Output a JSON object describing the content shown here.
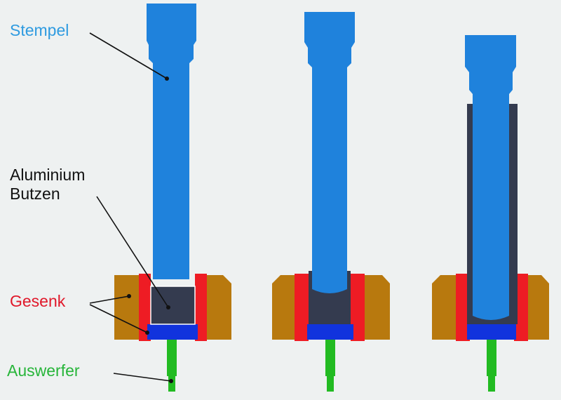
{
  "labels": {
    "stempel": "Stempel",
    "butzen_line1": "Aluminium",
    "butzen_line2": "Butzen",
    "gesenk": "Gesenk",
    "auswerfer": "Auswerfer"
  },
  "colors": {
    "background": "#eef1f1",
    "stempel": "#1f82dc",
    "stempel_label": "#2f9be0",
    "aluminium": "#343b4f",
    "aluminium_label": "#111111",
    "gesenk_outer": "#b8790e",
    "gesenk_insert": "#ee1c24",
    "gesenk_label": "#e0182a",
    "ejector_block": "#1133dd",
    "auswerfer": "#22bb22",
    "auswerfer_label": "#27b53a",
    "leader_lines": "#111111"
  },
  "stages": [
    {
      "name": "stage-1-initial"
    },
    {
      "name": "stage-2-pressing"
    },
    {
      "name": "stage-3-extruded"
    }
  ]
}
